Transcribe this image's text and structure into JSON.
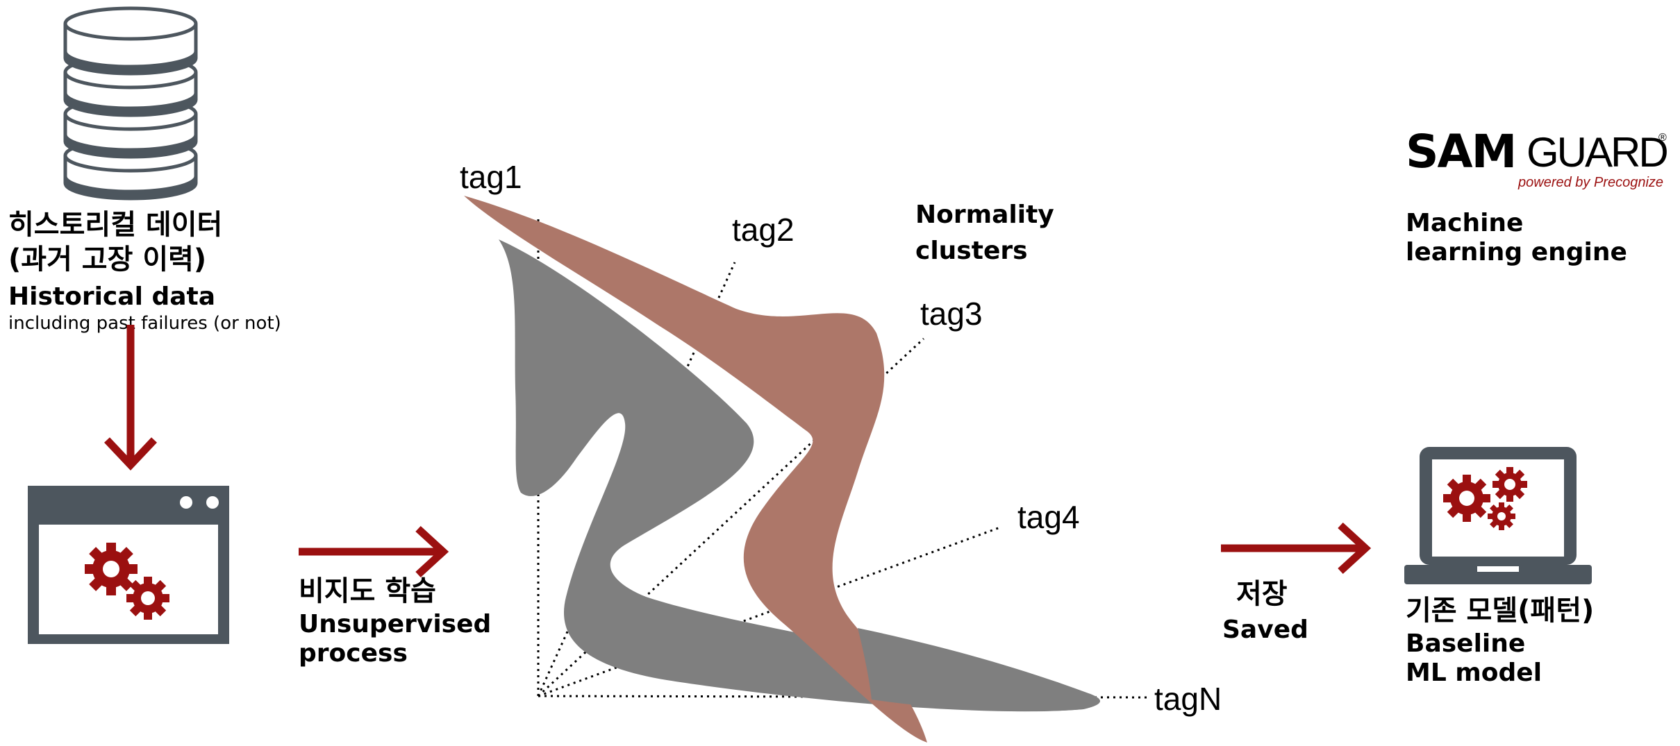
{
  "historical": {
    "korean": "히스토리컬 데이터",
    "korean_sub": "(과거 고장 이력)",
    "title": "Historical data",
    "subtitle": "including past failures (or not)"
  },
  "unsupervised": {
    "korean": "비지도 학습",
    "line1": "Unsupervised",
    "line2": "process"
  },
  "clusters": {
    "line1": "Normality",
    "line2": "clusters"
  },
  "tags": [
    "tag1",
    "tag2",
    "tag3",
    "tag4",
    "tagN"
  ],
  "saved": {
    "korean": "저장",
    "english": "Saved"
  },
  "engine": {
    "logo_sam": "SAM",
    "logo_guard": "GUARD",
    "logo_registered": "®",
    "logo_powered": "powered by Precognize",
    "line1": "Machine",
    "line2": "learning engine"
  },
  "baseline": {
    "korean": "기존 모델(패턴)",
    "line1": "Baseline",
    "line2": "ML model"
  },
  "colors": {
    "dark_red": "#9b1010",
    "slate": "#4d565e",
    "gray_cluster": "#7f7f7f",
    "rose_cluster": "#ad7769"
  }
}
